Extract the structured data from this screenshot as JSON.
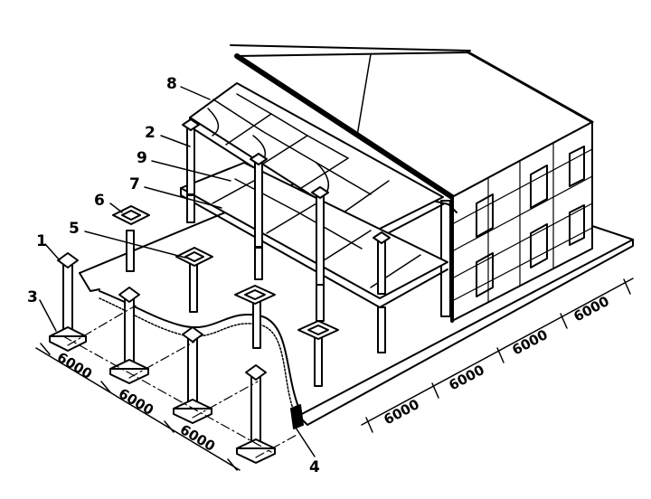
{
  "diagram": {
    "labels": [
      {
        "key": "l1",
        "text": "1"
      },
      {
        "key": "l2",
        "text": "2"
      },
      {
        "key": "l3",
        "text": "3"
      },
      {
        "key": "l4",
        "text": "4"
      },
      {
        "key": "l5",
        "text": "5"
      },
      {
        "key": "l6",
        "text": "6"
      },
      {
        "key": "l7",
        "text": "7"
      },
      {
        "key": "l8",
        "text": "8"
      },
      {
        "key": "l9",
        "text": "9"
      }
    ],
    "dimensions": {
      "left": [
        "6000",
        "6000",
        "6000"
      ],
      "right": [
        "6000",
        "6000",
        "6000",
        "6000"
      ]
    }
  }
}
